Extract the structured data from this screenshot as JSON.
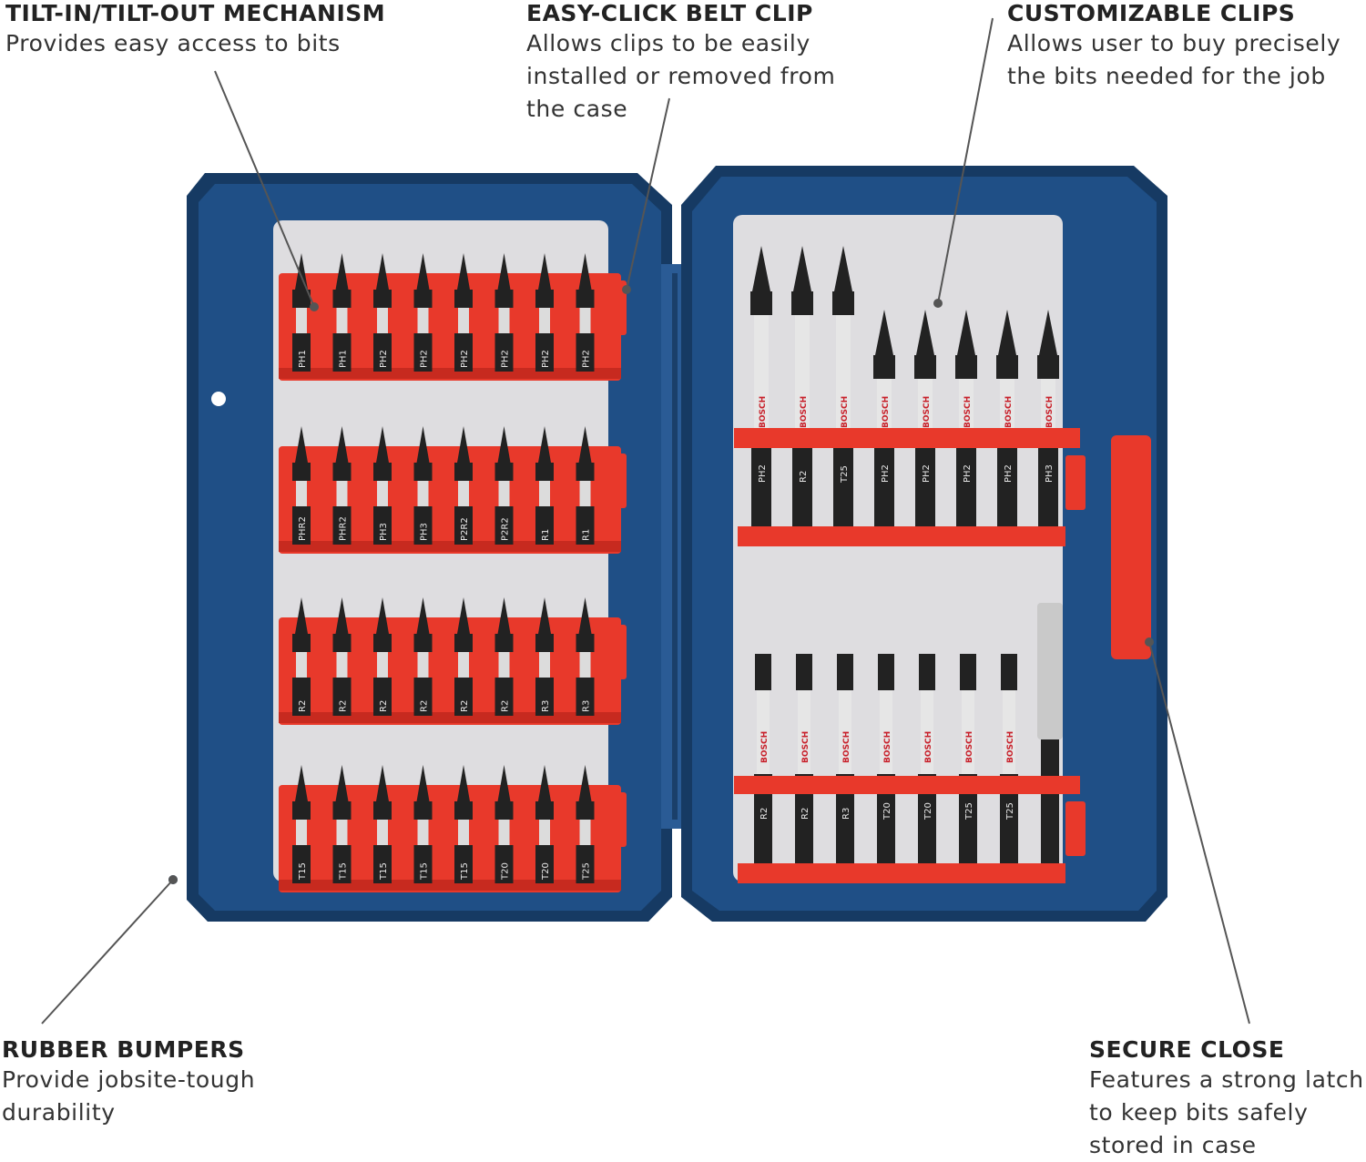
{
  "callouts": {
    "tilt": {
      "title": "TILT-IN/TILT-OUT MECHANISM",
      "lines": [
        "Provides easy access to bits"
      ]
    },
    "belt": {
      "title": "EASY-CLICK BELT CLIP",
      "lines": [
        "Allows clips to be easily",
        "installed or removed from",
        "the case"
      ]
    },
    "custom": {
      "title": "CUSTOMIZABLE CLIPS",
      "lines": [
        "Allows user to buy precisely",
        "the bits needed for the job"
      ]
    },
    "rubber": {
      "title": "RUBBER BUMPERS",
      "lines": [
        "Provide jobsite-tough",
        "durability"
      ]
    },
    "secure": {
      "title": "SECURE CLOSE",
      "lines": [
        "Features a strong latch",
        "to keep bits safely",
        "stored in case"
      ]
    }
  },
  "brand": "BOSCH",
  "left_rows": [
    [
      "PH1",
      "PH1",
      "PH2",
      "PH2",
      "PH2",
      "PH2",
      "PH2",
      "PH2"
    ],
    [
      "PHR2",
      "PHR2",
      "PH3",
      "PH3",
      "P2R2",
      "P2R2",
      "R1",
      "R1"
    ],
    [
      "R2",
      "R2",
      "R2",
      "R2",
      "R2",
      "R2",
      "R3",
      "R3"
    ],
    [
      "T15",
      "T15",
      "T15",
      "T15",
      "T15",
      "T20",
      "T20",
      "T25"
    ]
  ],
  "right_top_bits": [
    "PH2",
    "R2",
    "T25",
    "PH2",
    "PH2",
    "PH2",
    "PH2",
    "PH3"
  ],
  "right_bottom_bits": [
    "R2",
    "R2",
    "R3",
    "T20",
    "T20",
    "T25",
    "T25",
    ""
  ],
  "colors": {
    "case": "#1f4f86",
    "case_dark": "#163a63",
    "clip": "#e8392b",
    "tray": "#dedde0",
    "bit": "#222222"
  }
}
